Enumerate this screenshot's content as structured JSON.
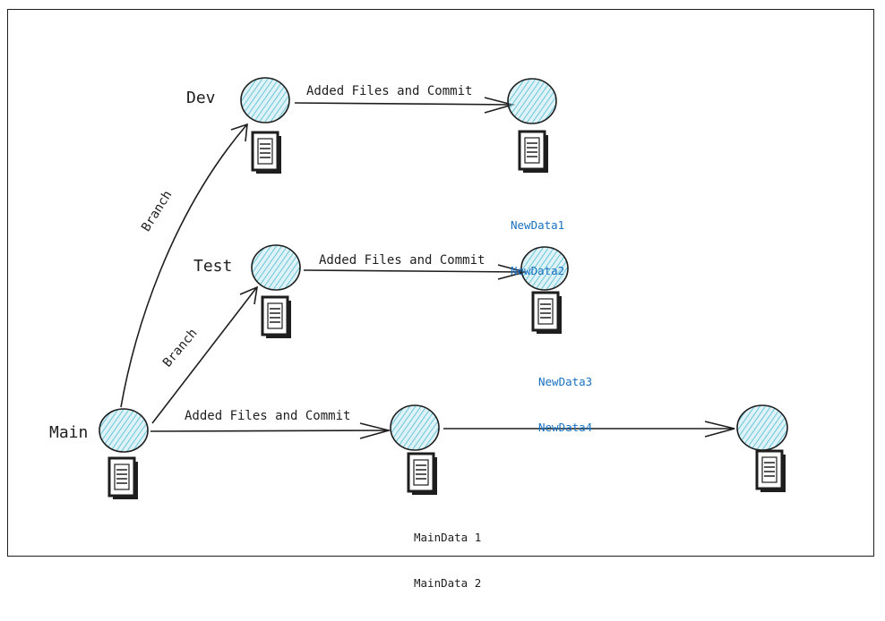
{
  "diagram": {
    "colors": {
      "stroke": "#1e1e1e",
      "commit_fill": "#9fd9e6",
      "hatch": "#4bbcd1",
      "data_text_blue": "#1971c2"
    },
    "branches": {
      "dev": {
        "name": "Dev"
      },
      "test": {
        "name": "Test"
      },
      "main": {
        "name": "Main"
      }
    },
    "edge_labels": {
      "dev_commit": "Added Files and Commit",
      "test_commit": "Added Files and Commit",
      "main_commit": "Added Files and Commit",
      "branch_to_dev": "Branch",
      "branch_to_test": "Branch"
    },
    "data_files": {
      "dev_new": [
        "NewData1",
        "NewData2"
      ],
      "test_new": [
        "NewData3",
        "NewData4"
      ],
      "main_data": [
        "MainData 1",
        "MainData 2"
      ]
    },
    "icons": {
      "commit": "commit-circle-icon",
      "file": "document-stack-icon"
    }
  }
}
